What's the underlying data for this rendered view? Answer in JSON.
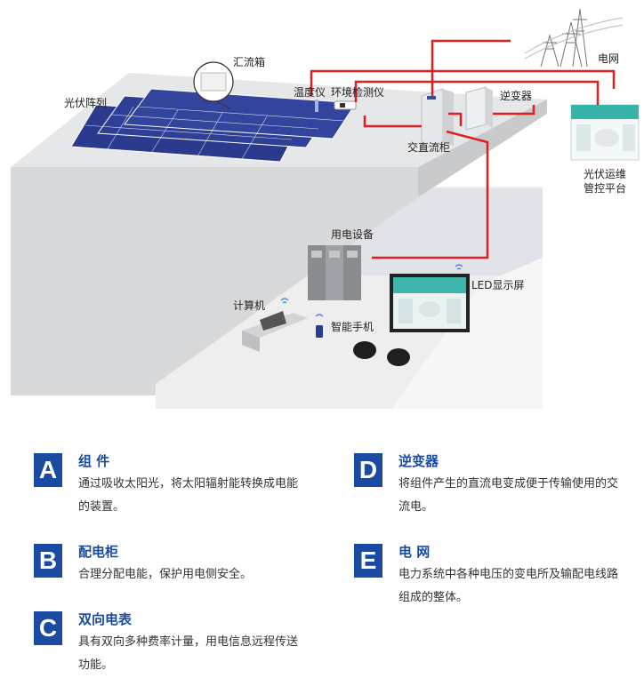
{
  "diagram": {
    "labels": {
      "pv_array": "光伏阵列",
      "combiner_box": "汇流箱",
      "thermometer": "温度仪",
      "env_monitor": "环境检测仪",
      "ac_dc_cabinet": "交直流柜",
      "inverter": "逆变器",
      "grid": "电网",
      "platform_line1": "光伏运维",
      "platform_line2": "管控平台",
      "power_equipment": "用电设备",
      "led_screen": "LED显示屏",
      "computer": "计算机",
      "smartphone": "智能手机"
    },
    "colors": {
      "link": "#e02020",
      "accent": "#1a4aa2",
      "panel": "#2b3a8c",
      "building": "#d9dadc"
    }
  },
  "legend": [
    {
      "letter": "A",
      "title": "组 件",
      "desc": "通过吸收太阳光，将太阳辐射能转换成电能的装置。"
    },
    {
      "letter": "B",
      "title": "配电柜",
      "desc": "合理分配电能，保护用电侧安全。"
    },
    {
      "letter": "C",
      "title": "双向电表",
      "desc": "具有双向多种费率计量，用电信息远程传送功能。"
    },
    {
      "letter": "D",
      "title": "逆变器",
      "desc": "将组件产生的直流电变成便于传输使用的交流电。"
    },
    {
      "letter": "E",
      "title": "电 网",
      "desc": "电力系统中各种电压的变电所及输配电线路组成的整体。"
    }
  ]
}
